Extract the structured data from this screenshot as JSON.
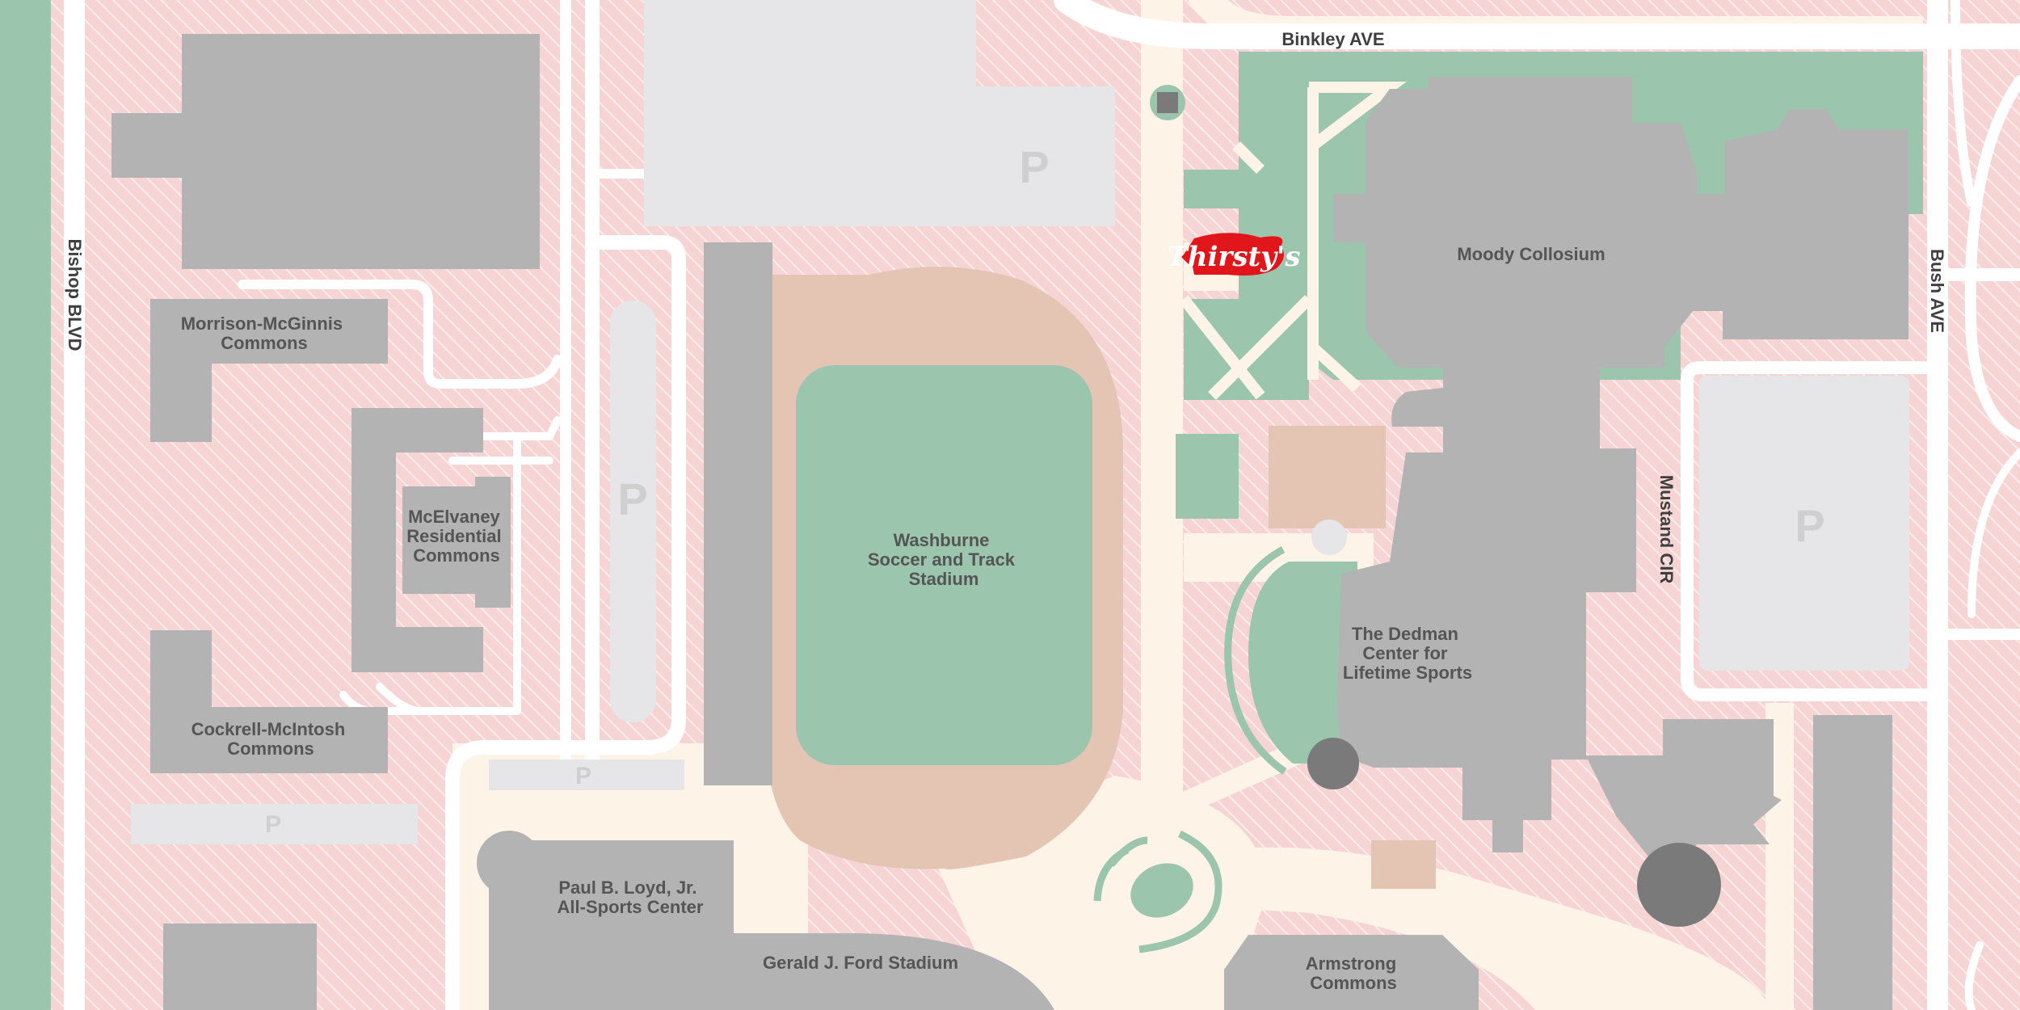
{
  "roads": {
    "binkley": "Binkley AVE",
    "bishop": "Bishop BLVD",
    "bush": "Bush AVE",
    "mustang": "Mustand CIR"
  },
  "buildings": {
    "moody": "Moody Collosium",
    "morrison": [
      "Morrison-McGinnis",
      "Commons"
    ],
    "mcelvaney": [
      "McElvaney",
      "Residential",
      "Commons"
    ],
    "cockrell": [
      "Cockrell-McIntosh",
      "Commons"
    ],
    "washburne": [
      "Washburne",
      "Soccer and Track",
      "Stadium"
    ],
    "dedman": [
      "The Dedman",
      "Center for",
      "Lifetime Sports"
    ],
    "loyd": [
      "Paul B. Loyd, Jr.",
      "All-Sports Center"
    ],
    "ford": "Gerald J. Ford Stadium",
    "armstrong": [
      "Armstrong",
      "Commons"
    ]
  },
  "parking": {
    "symbol": "P"
  },
  "poi": {
    "thirstys": "Thirsty's"
  },
  "colors": {
    "zone_pink": "#f6d4d4",
    "hatch_white": "#fbe9e9",
    "building_gray": "#b3b3b3",
    "green": "#9bc5ad",
    "track_tan": "#e4c5b4",
    "walkway_cream": "#fdf3e6",
    "parking_gray": "#e6e6e8",
    "brand_red": "#e0161b",
    "road_white": "#ffffff"
  }
}
